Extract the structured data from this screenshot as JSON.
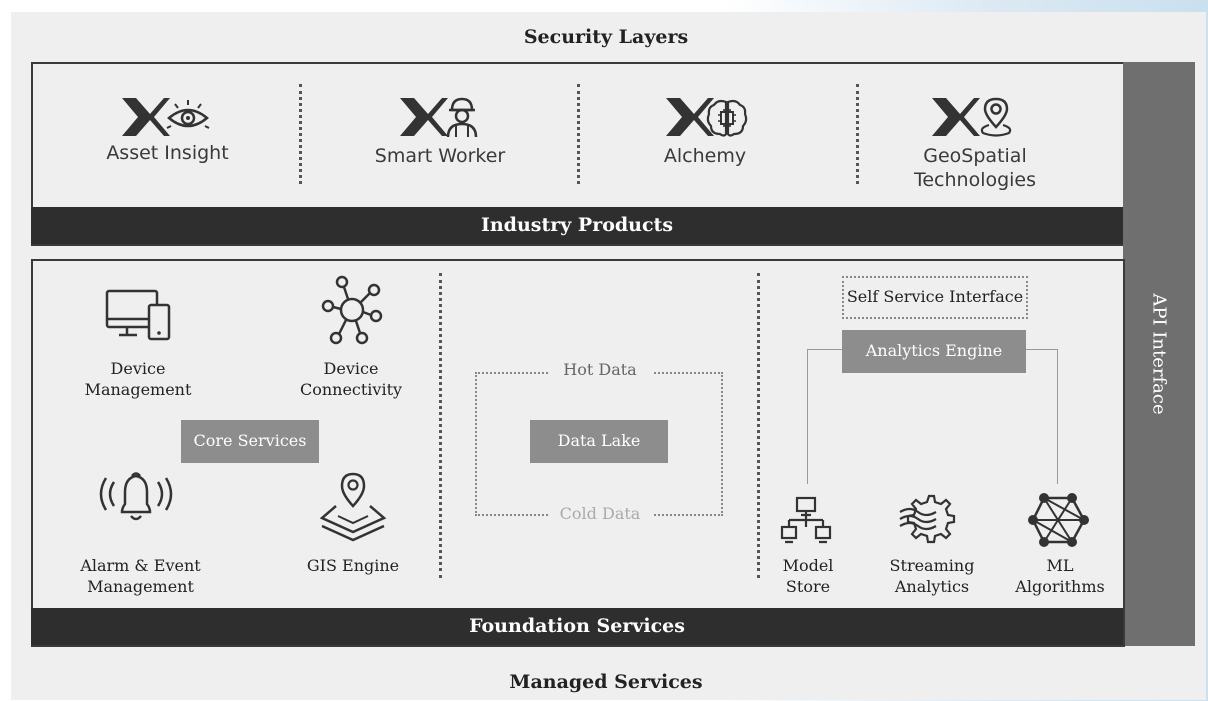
{
  "titles": {
    "top": "Security Layers",
    "bottom": "Managed Services",
    "industry_bar": "Industry Products",
    "foundation_bar": "Foundation Services",
    "api": "API Interface"
  },
  "products": [
    {
      "name": "Asset Insight",
      "icon": "eye-icon"
    },
    {
      "name": "Smart Worker",
      "icon": "worker-icon"
    },
    {
      "name": "Alchemy",
      "icon": "brain-chip-icon"
    },
    {
      "name": "GeoSpatial\nTechnologies",
      "icon": "location-pin-icon"
    }
  ],
  "core": {
    "label": "Core Services",
    "items": [
      {
        "name": "Device\nManagement",
        "icon": "devices-icon"
      },
      {
        "name": "Device\nConnectivity",
        "icon": "network-hub-icon"
      },
      {
        "name": "Alarm & Event\nManagement",
        "icon": "bell-icon"
      },
      {
        "name": "GIS Engine",
        "icon": "map-pin-layers-icon"
      }
    ]
  },
  "data": {
    "hot": "Hot Data",
    "lake": "Data Lake",
    "cold": "Cold Data"
  },
  "analytics": {
    "self_service": "Self Service Interface",
    "engine": "Analytics Engine",
    "items": [
      {
        "name": "Model\nStore",
        "icon": "network-tree-icon"
      },
      {
        "name": "Streaming\nAnalytics",
        "icon": "gear-wave-icon"
      },
      {
        "name": "ML\nAlgorithms",
        "icon": "mesh-network-icon"
      }
    ]
  }
}
